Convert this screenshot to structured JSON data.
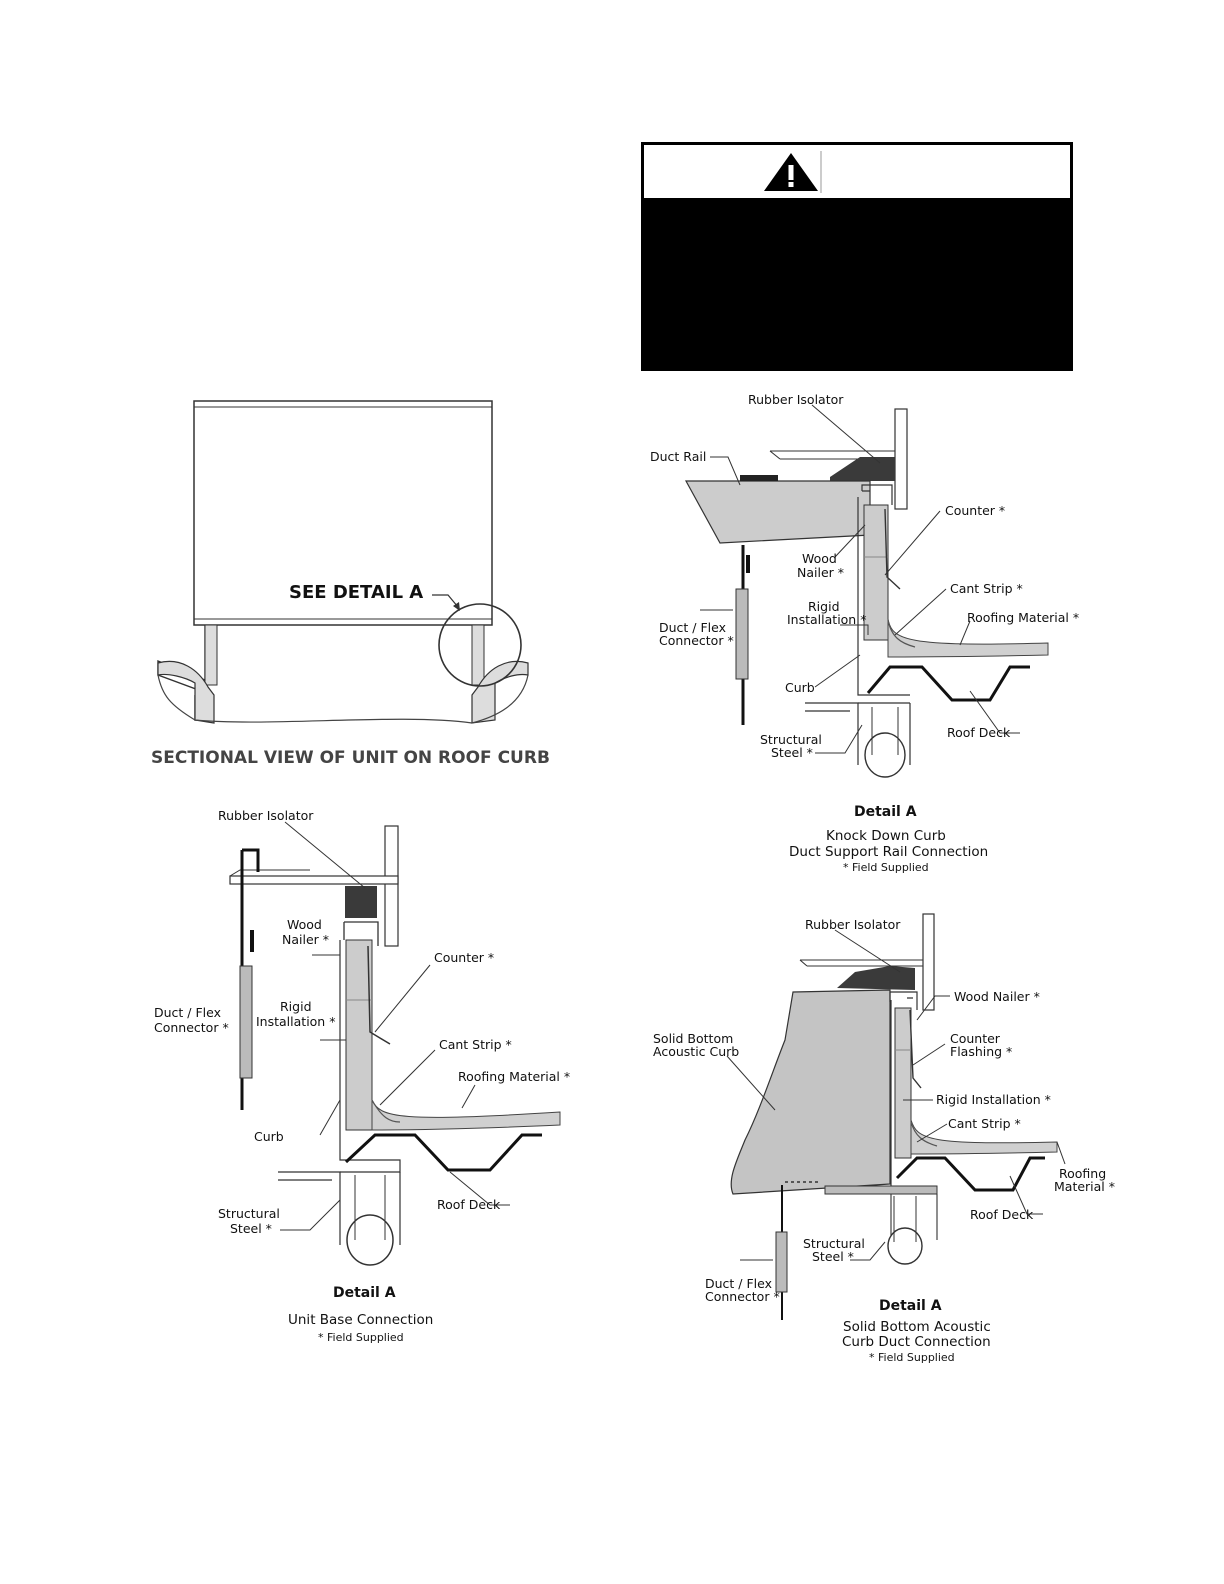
{
  "warning": {
    "icon": "warning-triangle-icon",
    "heading": "",
    "body": ""
  },
  "sectional_view": {
    "callout": "SEE DETAIL A",
    "caption": "SECTIONAL VIEW OF UNIT ON ROOF CURB"
  },
  "detail_unit_base": {
    "title": "Detail  A",
    "subtitle": "Unit Base Connection",
    "note": "* Field Supplied",
    "labels": {
      "rubber_isolator": "Rubber Isolator",
      "wood_nailer_1": "Wood",
      "wood_nailer_2": "Nailer *",
      "counter": "Counter *",
      "rigid_1": "Rigid",
      "rigid_2": "Installation *",
      "duct_flex_1": "Duct / Flex",
      "duct_flex_2": "Connector *",
      "cant_strip": "Cant Strip *",
      "roofing_material": "Roofing Material *",
      "curb": "Curb",
      "roof_deck": "Roof Deck",
      "structural_1": "Structural",
      "structural_2": "Steel *"
    }
  },
  "detail_knock_down": {
    "title": "Detail  A",
    "subtitle_1": "Knock Down Curb",
    "subtitle_2": "Duct Support Rail Connection",
    "note": "* Field Supplied",
    "labels": {
      "rubber_isolator": "Rubber Isolator",
      "duct_rail": "Duct Rail",
      "counter": "Counter *",
      "wood_1": "Wood",
      "wood_2": "Nailer *",
      "cant_strip": "Cant Strip *",
      "rigid_1": "Rigid",
      "rigid_2": "Installation *",
      "roofing_material": "Roofing Material *",
      "duct_flex_1": "Duct / Flex",
      "duct_flex_2": "Connector *",
      "curb": "Curb",
      "structural_1": "Structural",
      "structural_2": "Steel *",
      "roof_deck": "Roof Deck"
    }
  },
  "detail_acoustic": {
    "title": "Detail  A",
    "subtitle_1": "Solid Bottom Acoustic",
    "subtitle_2": "Curb Duct Connection",
    "note": "* Field Supplied",
    "labels": {
      "rubber_isolator": "Rubber Isolator",
      "wood_nailer": "Wood Nailer *",
      "solid_bottom_1": "Solid Bottom",
      "solid_bottom_2": "Acoustic Curb",
      "counter_1": "Counter",
      "counter_2": "Flashing *",
      "rigid": "Rigid Installation *",
      "cant_strip": "Cant Strip *",
      "roofing_1": "Roofing",
      "roofing_2": "Material *",
      "roof_deck": "Roof Deck",
      "structural_1": "Structural",
      "structural_2": "Steel *",
      "duct_flex_1": "Duct / Flex",
      "duct_flex_2": "Connector *"
    }
  }
}
